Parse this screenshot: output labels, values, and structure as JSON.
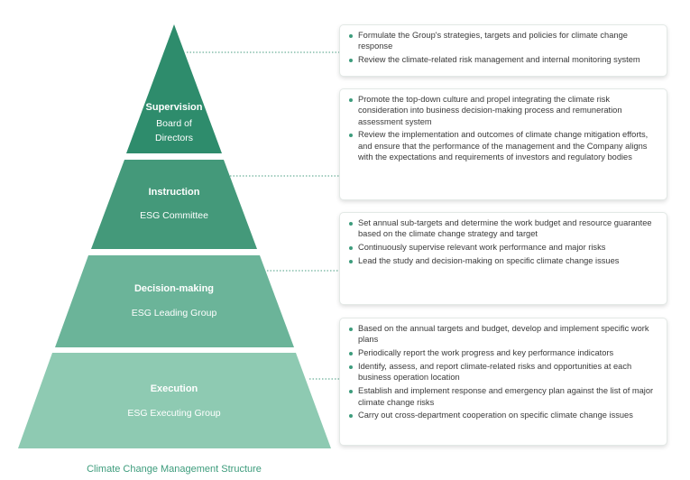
{
  "colors": {
    "tier1": "#2e8c6c",
    "tier2": "#44997a",
    "tier3": "#6bb499",
    "tier4": "#8ecab2",
    "connector": "#4a9e82",
    "bullet": "#3d9c7c"
  },
  "tiers": [
    {
      "title": "Supervision",
      "subtitle_line1": "Board of",
      "subtitle_line2": "Directors"
    },
    {
      "title": "Instruction",
      "subtitle": "ESG Committee"
    },
    {
      "title": "Decision-making",
      "subtitle": "ESG Leading Group"
    },
    {
      "title": "Execution",
      "subtitle": "ESG Executing Group"
    }
  ],
  "boxes": [
    {
      "items": [
        "Formulate the Group's strategies, targets and policies for climate change response",
        "Review the climate-related risk management and internal monitoring system"
      ]
    },
    {
      "items": [
        "Promote the top-down culture and propel integrating the climate risk consideration into business decision-making process and remuneration assessment system",
        "Review the implementation and outcomes of climate change mitigation efforts, and ensure that the performance of the management and the Company aligns with the expectations and requirements of investors and regulatory bodies"
      ]
    },
    {
      "items": [
        "Set annual sub-targets and determine the work budget and resource guarantee based on the climate change strategy and target",
        "Continuously supervise relevant work performance and major risks",
        "Lead the study and decision-making on specific climate change issues"
      ]
    },
    {
      "items": [
        "Based on the annual targets and budget, develop and implement specific work plans",
        "Periodically report the work progress and key performance indicators",
        "Identify, assess, and report climate-related risks and opportunities at each business operation location",
        "Establish and implement response and emergency plan against the list of major climate change risks",
        "Carry out cross-department cooperation on specific climate change issues"
      ]
    }
  ],
  "caption": "Climate Change Management Structure"
}
